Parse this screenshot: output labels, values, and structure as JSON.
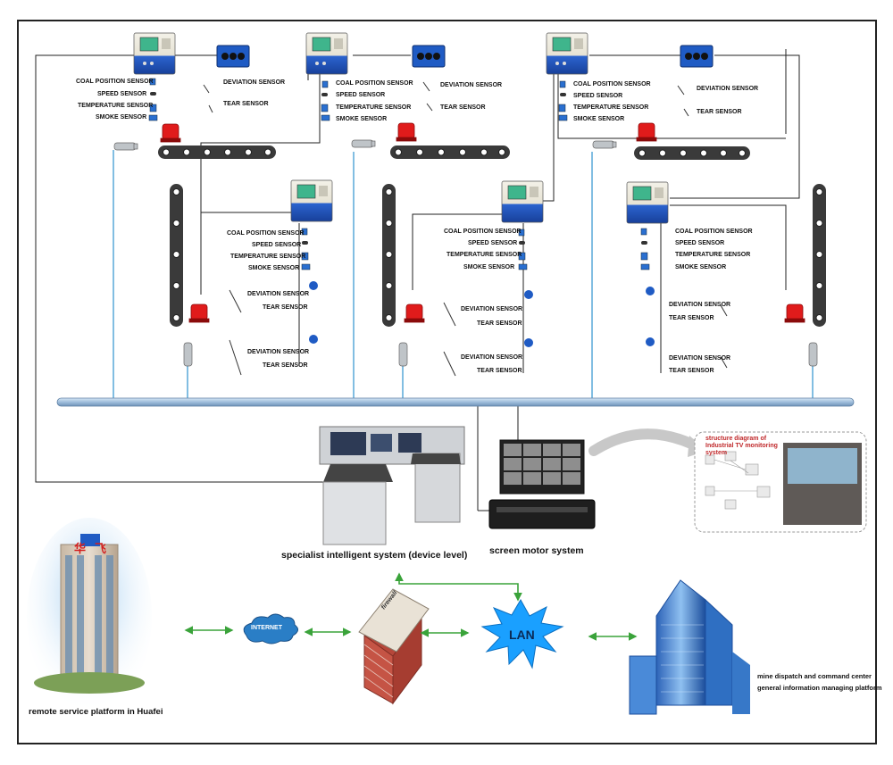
{
  "colors": {
    "bus": "#9ebddb",
    "signal_line": "#59a9d8",
    "wire": "#222222",
    "arrow": "#3aa33a",
    "controller_blue": "#1f5bc4",
    "alarm_red": "#e01b1b",
    "lan_blue": "#1aa0ff"
  },
  "sensor_labels": {
    "coal_position": "COAL POSITION SENSOR",
    "speed": "SPEED SENSOR",
    "temperature": "TEMPERATURE SENSOR",
    "smoke": "SMOKE SENSOR",
    "deviation": "DEVIATION SENSOR",
    "tear": "TEAR SENSOR"
  },
  "systems": {
    "specialist": "specialist intelligent system (device level)",
    "screen_motor": "screen motor system",
    "tv_structure_title": "structure diagram of Industrial TV monitoring system"
  },
  "network": {
    "internet": "INTERNET",
    "firewall": "firewall",
    "lan": "LAN"
  },
  "platforms": {
    "remote": "remote service platform in Huafei",
    "building_sign": "华飞",
    "mine_center_line1": "mine dispatch and command center",
    "mine_center_line2": "general information managing platform"
  },
  "icons": [
    "controller-box-icon",
    "junction-box-icon",
    "belt-conveyor-icon",
    "alarm-light-icon",
    "camera-icon",
    "sensor-icon",
    "control-console-icon",
    "monitor-wall-icon",
    "dvr-icon",
    "internet-cloud-icon",
    "firewall-icon",
    "lan-burst-icon",
    "office-building-icon",
    "hq-building-icon"
  ]
}
